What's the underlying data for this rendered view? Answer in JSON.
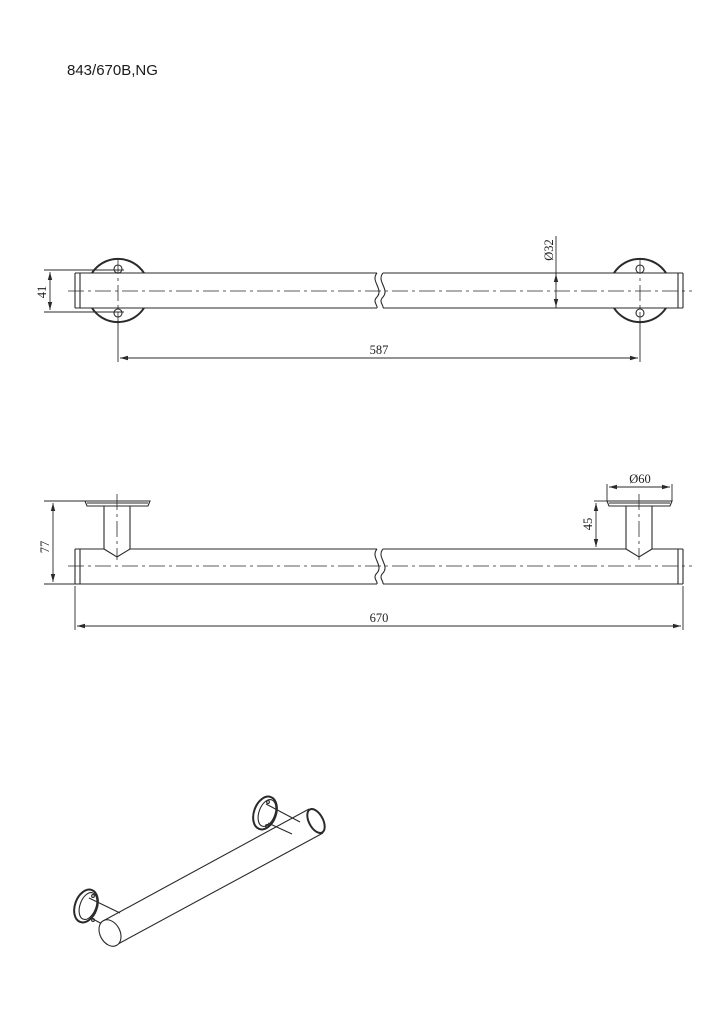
{
  "drawing": {
    "title": "843/670B,NG",
    "views": {
      "top_view": {
        "dimensions": {
          "bar_height": "41",
          "diameter_tube": "Ø32",
          "flange_spacing": "587"
        }
      },
      "side_view": {
        "dimensions": {
          "total_depth": "77",
          "flange_offset": "45",
          "flange_diameter": "Ø60",
          "total_length": "670"
        }
      },
      "isometric_view": {
        "label": ""
      }
    },
    "colors": {
      "line": "#2a2a2a",
      "background": "#ffffff"
    }
  }
}
